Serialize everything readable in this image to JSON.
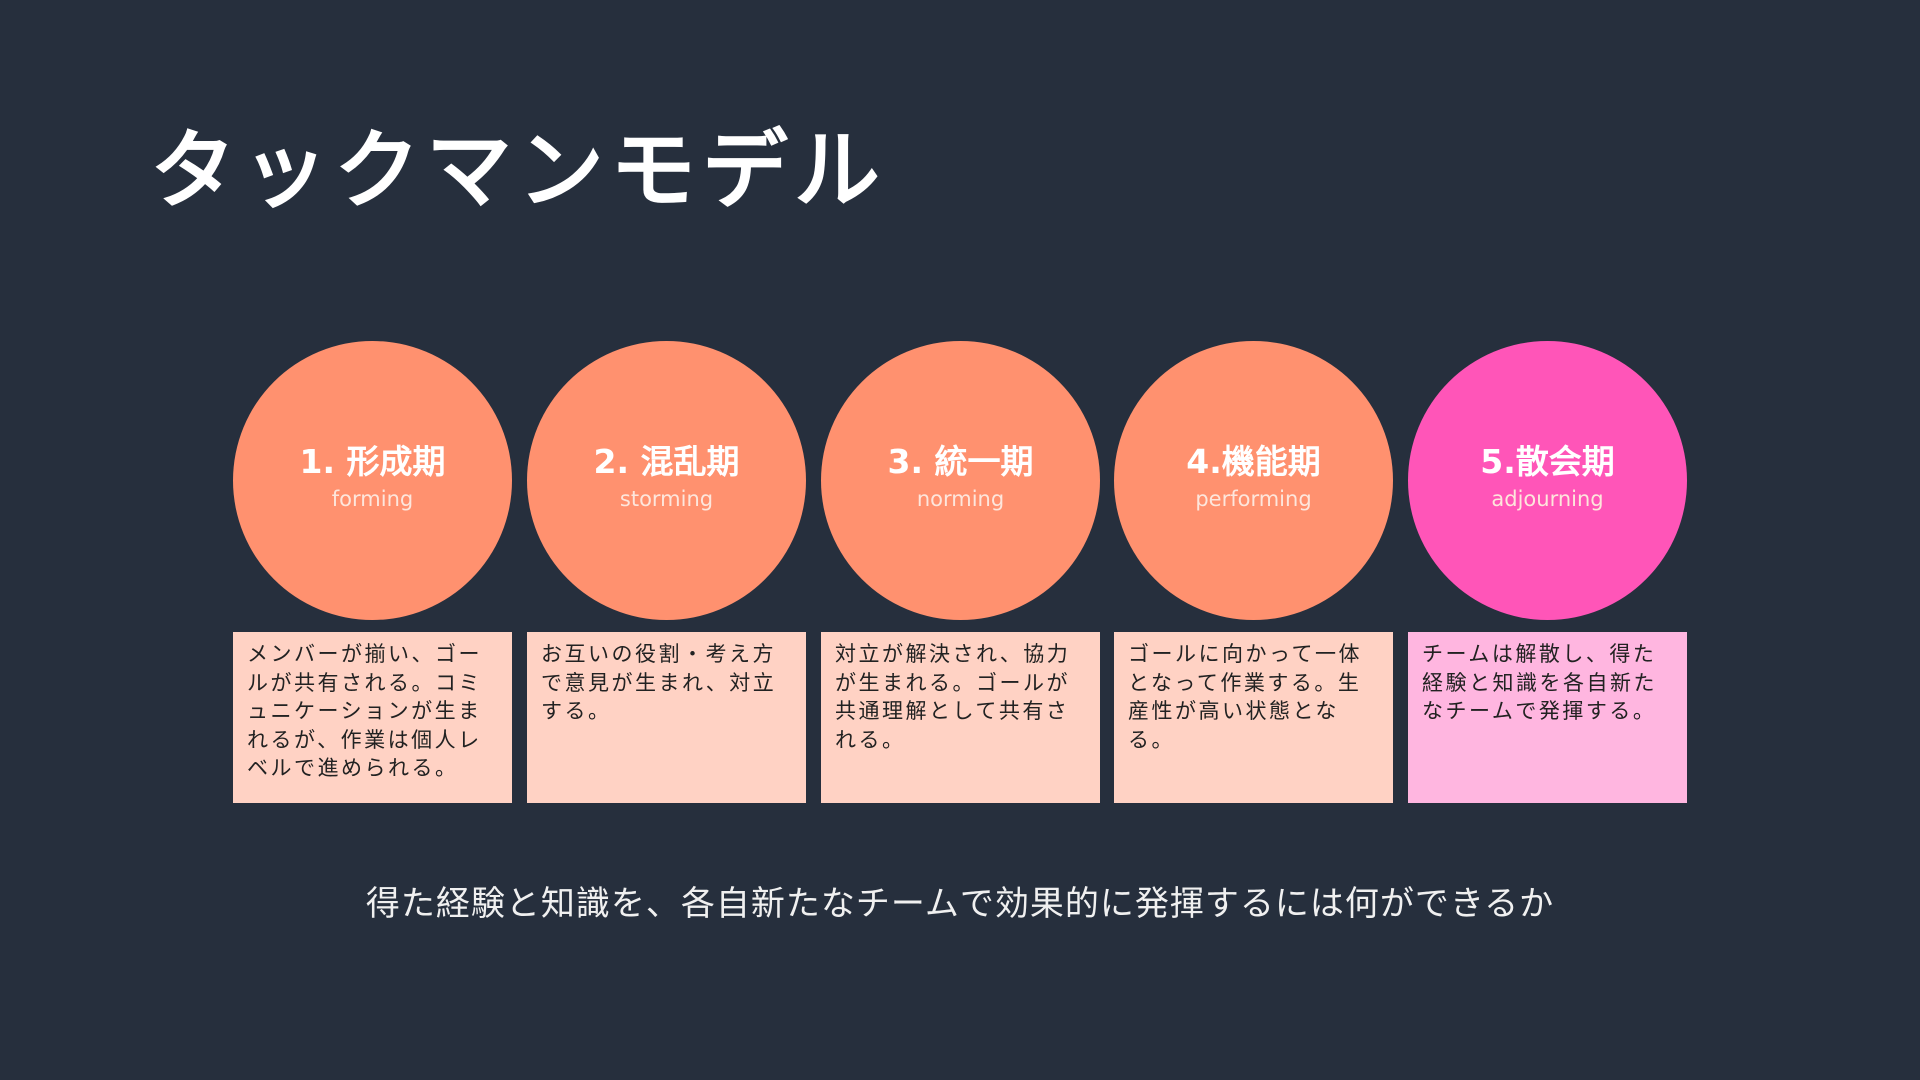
{
  "title": "タックマンモデル",
  "stages": [
    {
      "title": "1. 形成期",
      "subtitle": "forming",
      "description": "メンバーが揃い、ゴールが共有される。コミュニケーションが生まれるが、作業は個人レベルで進められる。"
    },
    {
      "title": "2. 混乱期",
      "subtitle": "storming",
      "description": "お互いの役割・考え方で意見が生まれ、対立する。"
    },
    {
      "title": "3. 統一期",
      "subtitle": "norming",
      "description": "対立が解決され、協力が生まれる。ゴールが共通理解として共有される。"
    },
    {
      "title": "4.機能期",
      "subtitle": "performing",
      "description": "ゴールに向かって一体となって作業する。生産性が高い状態となる。"
    },
    {
      "title": "5.散会期",
      "subtitle": "adjourning",
      "description": "チームは解散し、得た経験と知識を各自新たなチームで発揮する。"
    }
  ],
  "question": "得た経験と知識を、各自新たなチームで効果的に発揮するには何ができるか",
  "colors": {
    "background": "#262f3d",
    "circle": "#ff916f",
    "circle_highlight": "#ff55b8",
    "box": "#ffd2c4",
    "box_highlight": "#ffb6e0"
  }
}
